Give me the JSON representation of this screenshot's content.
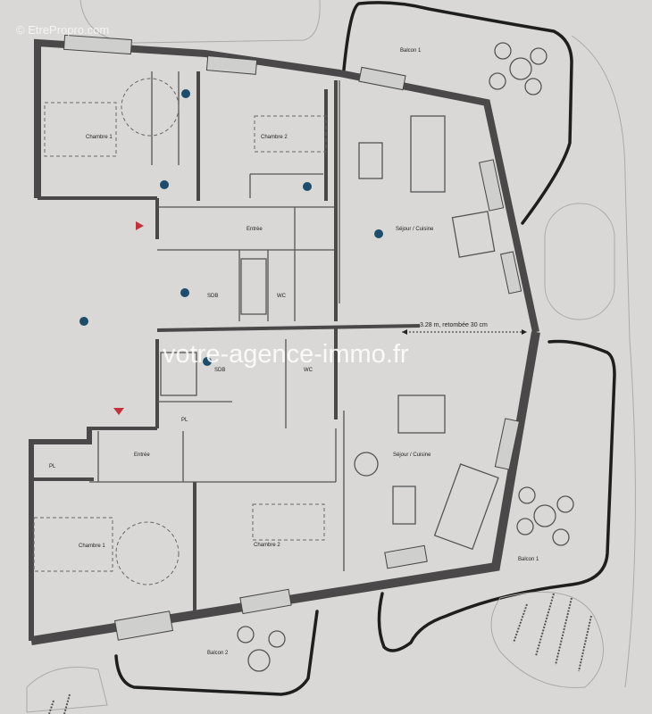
{
  "watermarks": {
    "top_left": "© EtrePropro.com",
    "center": "votre-agence-immo.fr"
  },
  "upper_unit": {
    "rooms": {
      "bedroom_1": "Chambre 1",
      "bedroom_2": "Chambre 2",
      "entry": "Entrée",
      "bathroom": "SDB",
      "wc": "WC",
      "living": "Séjour / Cuisine",
      "balcony": "Balcon 1"
    }
  },
  "lower_unit": {
    "rooms": {
      "bedroom_1": "Chambre 1",
      "bedroom_2": "Chambre 2",
      "entry": "Entrée",
      "bathroom": "SDB",
      "wc": "WC",
      "closet_1": "PL",
      "closet_2": "PL",
      "living": "Séjour / Cuisine",
      "balcony_1": "Balcon 1",
      "balcony_2": "Balcon 2"
    }
  },
  "dimension_note": "3.28 m, retombée 30 cm",
  "colors": {
    "wall": "#4a4848",
    "room_marker": "#1d4d6b",
    "entry_marker": "#c2323d",
    "paper": "#d9d8d6"
  }
}
